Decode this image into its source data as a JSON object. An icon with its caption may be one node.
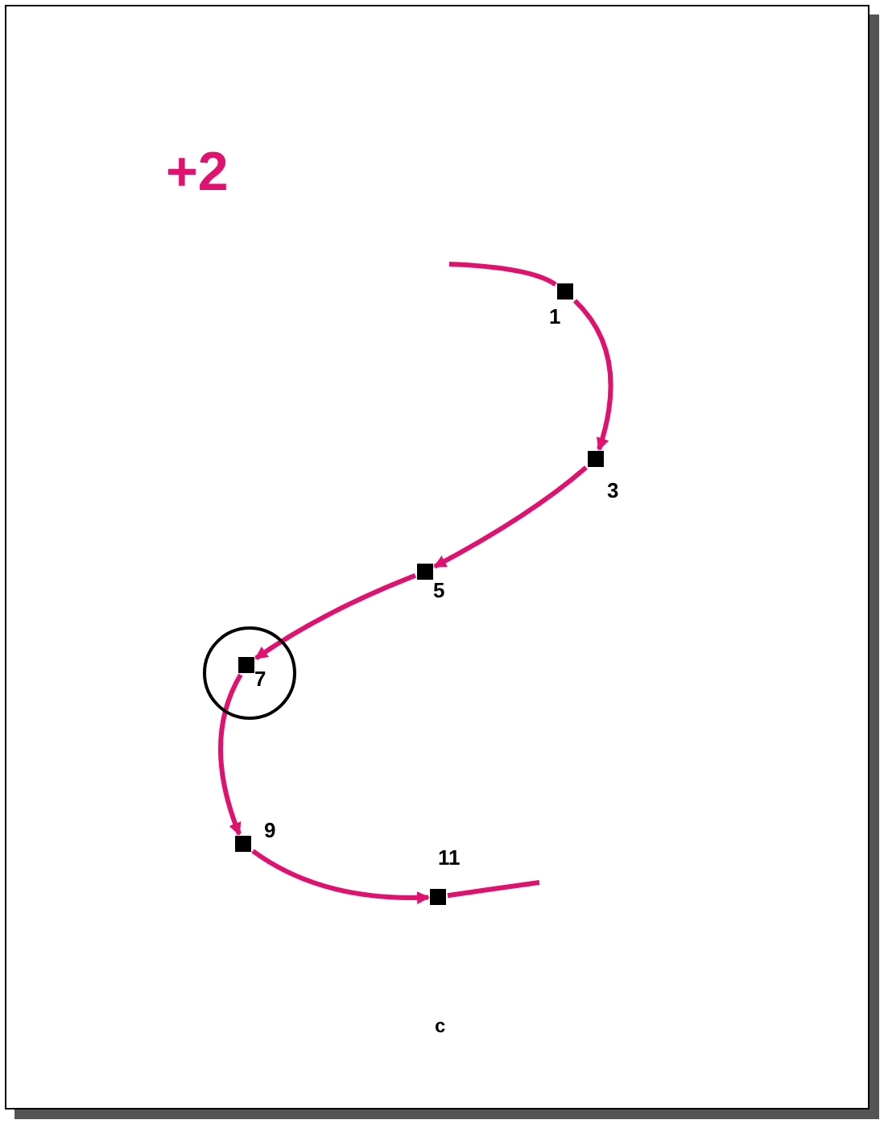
{
  "diagram": {
    "title": "+2",
    "nodes": [
      {
        "text": [],
        "shape": "box",
        "beside": [
          "1"
        ]
      },
      {
        "text": [],
        "shape": "box",
        "beside": [
          "3"
        ]
      },
      {
        "text": [],
        "shape": "box",
        "beside": [
          "5"
        ]
      },
      {
        "text": [],
        "shape": "circle"
      },
      {
        "text": [],
        "shape": "box",
        "beside": [
          "7"
        ],
        "in": 3
      },
      {
        "text": [],
        "shape": "box",
        "beside": [
          "9"
        ]
      },
      {
        "text": [],
        "shape": "box",
        "beside": [
          "11"
        ]
      }
    ],
    "edges": [
      {
        "from": null,
        "to": 0,
        "arrow": "none"
      },
      {
        "from": 0,
        "to": 1,
        "arrow": "to"
      },
      {
        "from": 1,
        "to": 2,
        "arrow": "to"
      },
      {
        "from": 2,
        "to": 4,
        "arrow": "to"
      },
      {
        "from": 4,
        "to": 5,
        "arrow": "to"
      },
      {
        "from": 5,
        "to": 6,
        "arrow": "to"
      },
      {
        "from": 6,
        "to": null,
        "arrow": "none"
      }
    ],
    "labels": [
      "c"
    ]
  }
}
